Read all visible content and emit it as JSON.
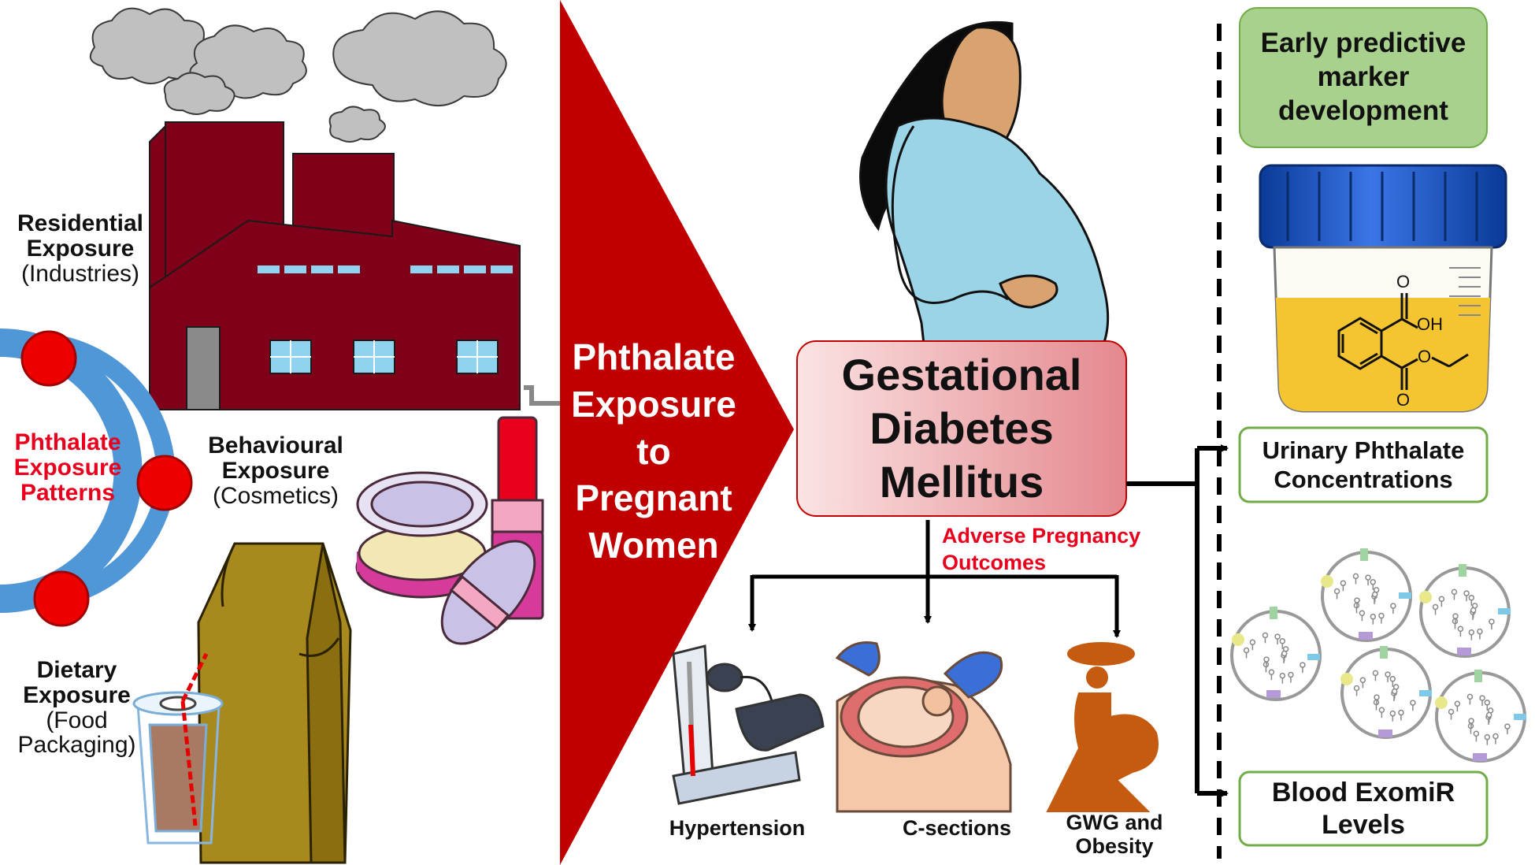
{
  "sources": {
    "residential": {
      "title_1": "Residential",
      "title_2": "Exposure",
      "detail": "(Industries)"
    },
    "behavioural": {
      "title_1": "Behavioural",
      "title_2": "Exposure",
      "detail": "(Cosmetics)"
    },
    "dietary": {
      "title_1": "Dietary",
      "title_2": "Exposure",
      "detail_1": "(Food",
      "detail_2": "Packaging)"
    }
  },
  "patterns": {
    "line_1": "Phthalate",
    "line_2": "Exposure",
    "line_3": "Patterns"
  },
  "arrow_text": [
    "Phthalate",
    "Exposure",
    "to",
    "Pregnant",
    "Women"
  ],
  "gdm": {
    "line_1": "Gestational",
    "line_2": "Diabetes",
    "line_3": "Mellitus"
  },
  "adverse": {
    "line_1": "Adverse Pregnancy",
    "line_2": "Outcomes"
  },
  "outcomes": {
    "hypertension": "Hypertension",
    "csections": "C-sections",
    "gwg_1": "GWG and",
    "gwg_2": "Obesity"
  },
  "markers": {
    "title_1": "Early predictive",
    "title_2": "marker",
    "title_3": "development",
    "urinary_1": "Urinary Phthalate",
    "urinary_2": "Concentrations",
    "blood_1": "Blood ExomiR",
    "blood_2": "Levels"
  },
  "molecule": {
    "oh": "OH",
    "o_top": "O",
    "o_ester": "O",
    "o_bottom": "O"
  },
  "colors": {
    "accent_red": "#c00000",
    "label_red": "#e8001c",
    "factory": "#7f0018",
    "window": "#8fd3ee",
    "arc_blue": "#4f97d6",
    "marker_green": "#a9d18e",
    "box_border_green": "#70ad47",
    "gdm_fill": "#f3c7c7",
    "dress": "#9bd4e6",
    "skin": "#d9a370"
  }
}
